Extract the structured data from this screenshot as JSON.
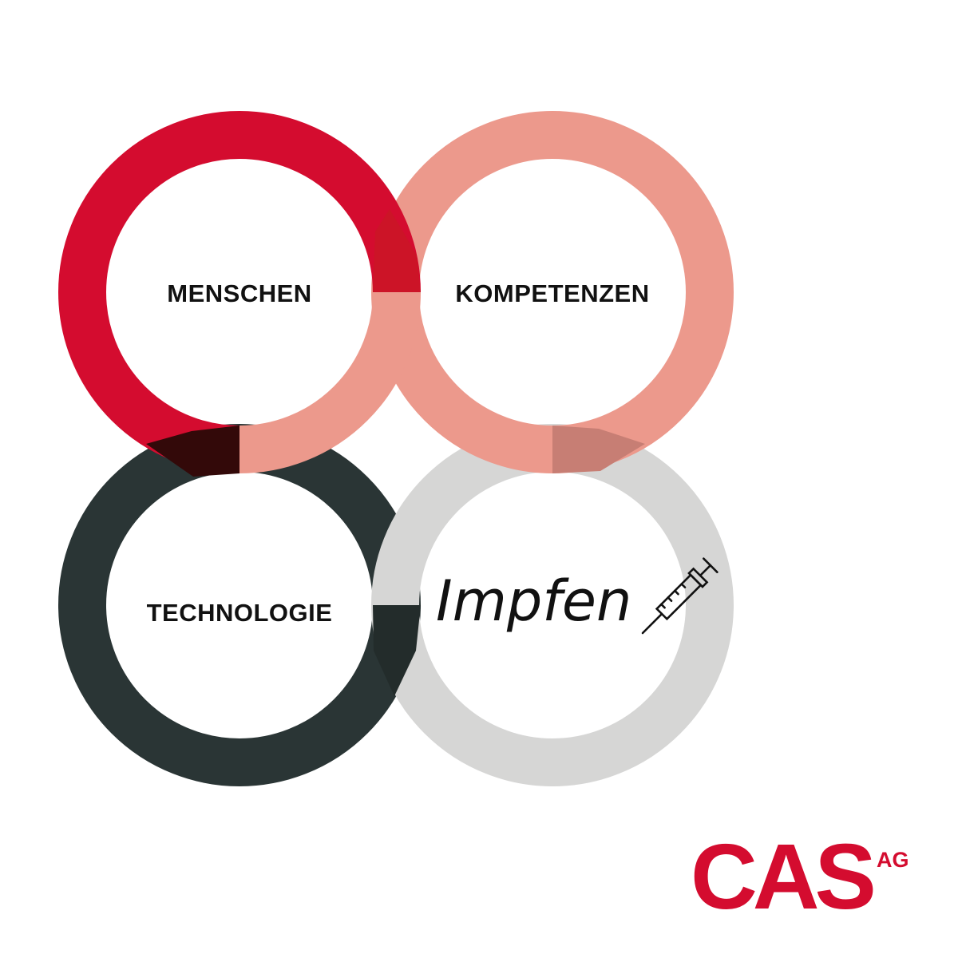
{
  "colors": {
    "red": "#d40c2f",
    "salmon": "#ec998c",
    "dark": "#2a3535",
    "gray": "#d6d6d5",
    "overlap_red_salmon": "#cc1427",
    "overlap_red_dark": "#330909",
    "overlap_salmon_gray": "#c77e74",
    "overlap_dark_gray": "#232c2b",
    "text": "#111111",
    "logo_red": "#d40c2f"
  },
  "rings": {
    "menschen": {
      "label": "MENSCHEN",
      "color": "red"
    },
    "kompetenzen": {
      "label": "KOMPETENZEN",
      "color": "salmon"
    },
    "technologie": {
      "label": "TECHNOLOGIE",
      "color": "dark"
    },
    "impfen": {
      "label": "Impfen",
      "color": "gray",
      "icon": "syringe-icon"
    }
  },
  "logo": {
    "main": "CAS",
    "suffix": "AG"
  }
}
